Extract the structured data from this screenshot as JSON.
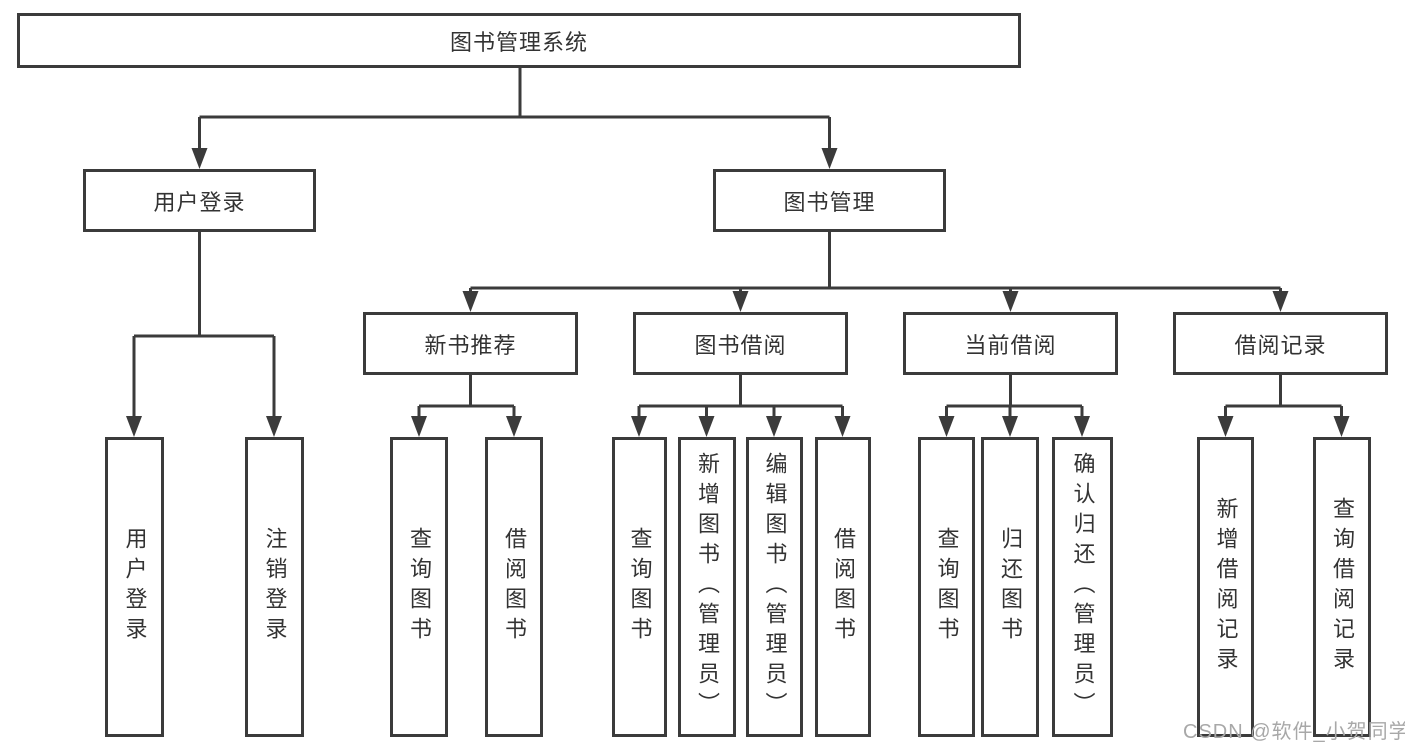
{
  "tree": {
    "root": {
      "label": "图书管理系统"
    },
    "branches": [
      {
        "label": "用户登录",
        "children": [
          {
            "label": "用户登录"
          },
          {
            "label": "注销登录"
          }
        ]
      },
      {
        "label": "图书管理",
        "children": [
          {
            "label": "新书推荐",
            "children": [
              {
                "label": "查询图书"
              },
              {
                "label": "借阅图书"
              }
            ]
          },
          {
            "label": "图书借阅",
            "children": [
              {
                "label": "查询图书"
              },
              {
                "label": "新增图书（管理员）"
              },
              {
                "label": "编辑图书（管理员）"
              },
              {
                "label": "借阅图书"
              }
            ]
          },
          {
            "label": "当前借阅",
            "children": [
              {
                "label": "查询图书"
              },
              {
                "label": "归还图书"
              },
              {
                "label": "确认归还（管理员）"
              }
            ]
          },
          {
            "label": "借阅记录",
            "children": [
              {
                "label": "新增借阅记录"
              },
              {
                "label": "查询借阅记录"
              }
            ]
          }
        ]
      }
    ]
  },
  "watermark": {
    "text": "CSDN @软件_小贺同学"
  },
  "colors": {
    "line": "#3b3b3b",
    "box_border": "#3b3b3b",
    "text": "#333333",
    "background": "#ffffff",
    "watermark": "#a8a8a8"
  }
}
